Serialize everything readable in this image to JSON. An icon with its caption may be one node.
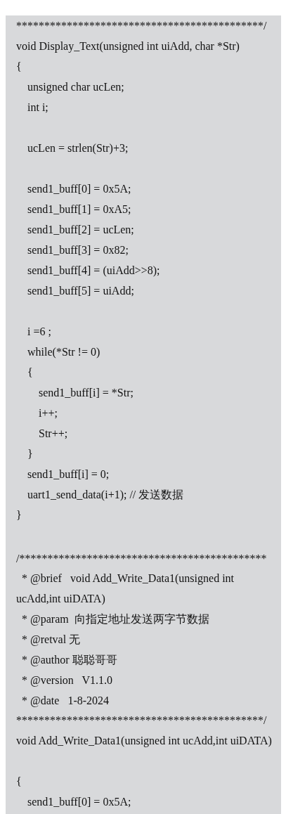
{
  "diagram": {
    "labels": [
      "********************************************/",
      "void Display_Text(unsigned int uiAdd, char *Str)",
      "{",
      "unsigned char ucLen;",
      "int i;",
      "ucLen = strlen(Str)+3;",
      "send1_buff[0] = 0x5A;",
      "send1_buff[1] = 0xA5;",
      "send1_buff[2] = ucLen;",
      "send1_buff[3] = 0x82;",
      "send1_buff[4] = (uiAdd>>8);",
      "send1_buff[5] = uiAdd;",
      "i =6 ;",
      "while(*Str != 0)",
      "{",
      "send1_buff[i] = *Str;",
      "i++;",
      "Str++;",
      "}",
      "send1_buff[i] = 0;",
      "uart1_send_data(i+1); // 发送数据",
      "}",
      "/********************************************",
      "* @brief   void Add_Write_Data1(unsigned int ucAdd,int uiDATA)",
      "* @param  向指定地址发送两字节数据",
      "* @retval 无",
      "* @author 聪聪哥哥",
      "* @version   V1.1.0",
      "* @date   1-8-2024",
      "********************************************/",
      "void Add_Write_Data1(unsigned int ucAdd,int uiDATA)",
      "{",
      "send1_buff[0] = 0x5A;"
    ]
  }
}
